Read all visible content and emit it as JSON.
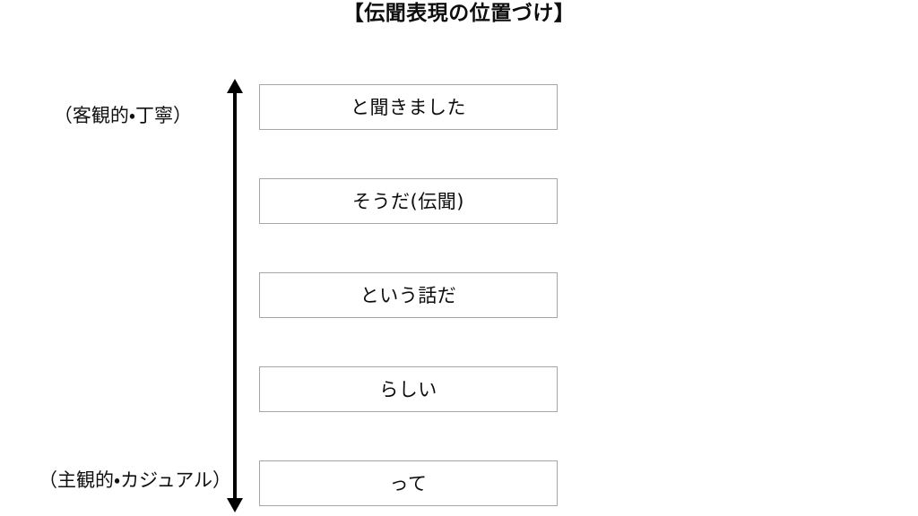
{
  "title": "【伝聞表現の位置づけ】",
  "axis": {
    "name": "formality-axis",
    "orientation": "vertical",
    "arrowheads": "both",
    "color": "#000000",
    "top_label": "（客観的・丁寧）",
    "bottom_label": "（主観的・カジュアル）"
  },
  "items": [
    {
      "label": "と聞きました"
    },
    {
      "label": "そうだ(伝聞)"
    },
    {
      "label": "という話だ"
    },
    {
      "label": "らしい"
    },
    {
      "label": "って"
    }
  ],
  "style": {
    "background": "#ffffff",
    "box_border": "#a6a6a6",
    "box_fill": "#ffffff",
    "text": "#0d0d0d"
  }
}
